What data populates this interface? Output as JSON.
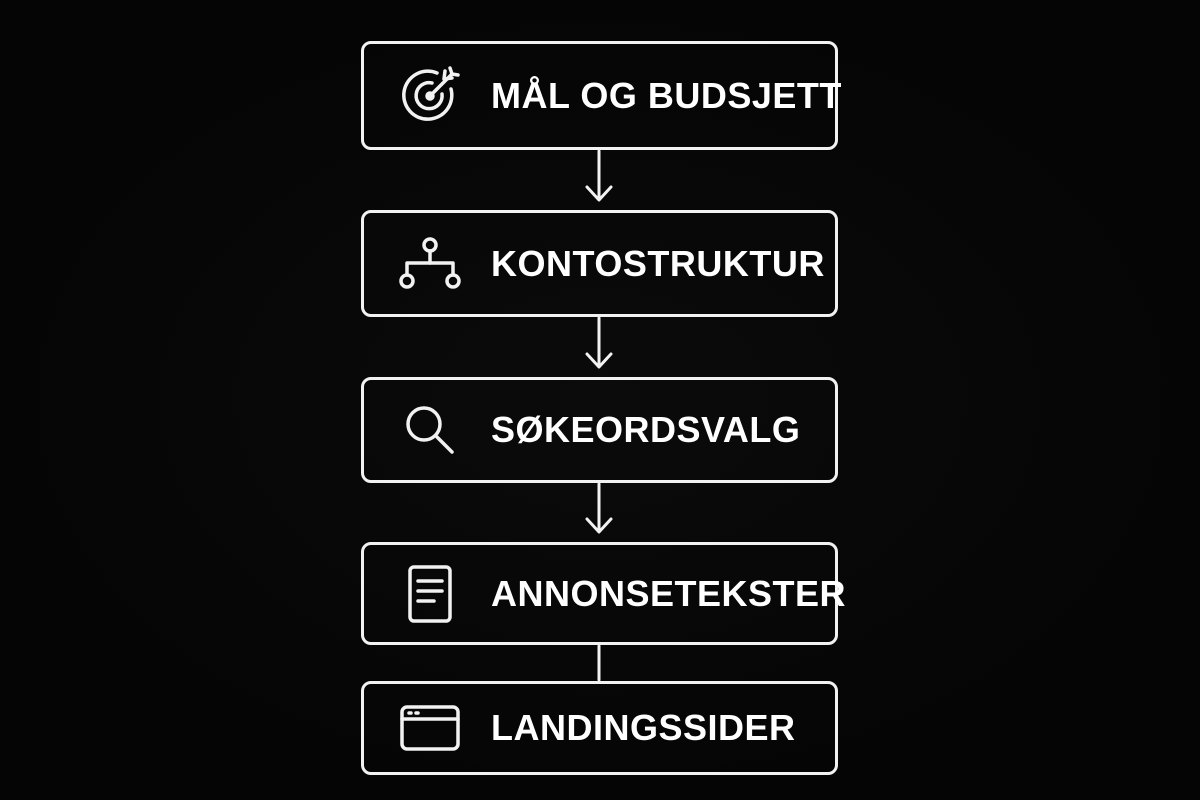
{
  "steps": [
    {
      "label": "MÅL OG BUDSJETT",
      "icon": "target-icon"
    },
    {
      "label": "KONTOSTRUKTUR",
      "icon": "hierarchy-icon"
    },
    {
      "label": "SØKEORDSVALG",
      "icon": "search-icon"
    },
    {
      "label": "ANNONSETEKSTER",
      "icon": "document-icon"
    },
    {
      "label": "LANDINGSSIDER",
      "icon": "browser-window-icon"
    }
  ],
  "colors": {
    "background": "#050505",
    "stroke": "#f2f2f2",
    "text": "#ffffff"
  }
}
